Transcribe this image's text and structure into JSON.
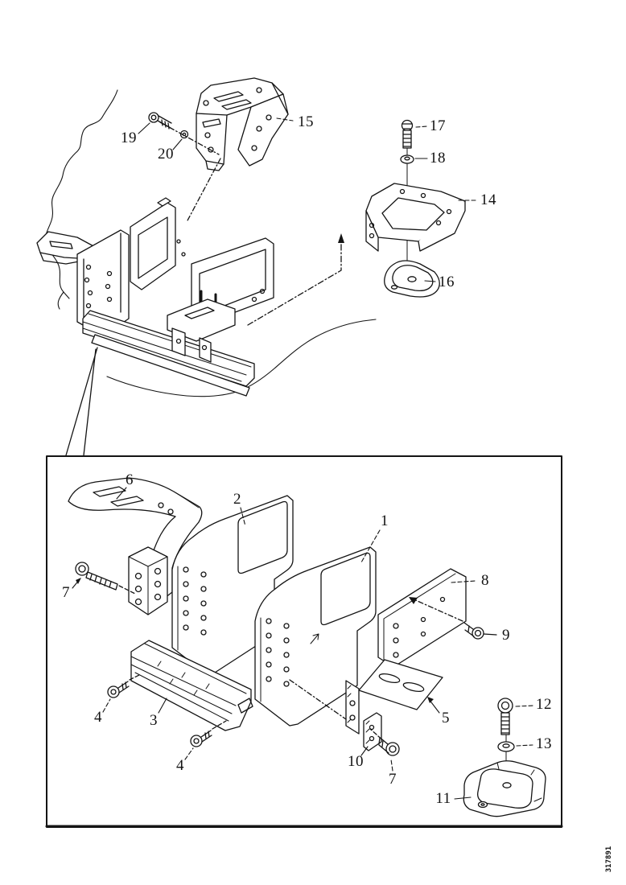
{
  "figure": {
    "type": "exploded-parts-diagram",
    "background": "#ffffff",
    "line_color": "#141414"
  },
  "callouts": [
    {
      "label": "19"
    },
    {
      "label": "20"
    },
    {
      "label": "15"
    },
    {
      "label": "17"
    },
    {
      "label": "18"
    },
    {
      "label": "14"
    },
    {
      "label": "16"
    },
    {
      "label": "6"
    },
    {
      "label": "2"
    },
    {
      "label": "1"
    },
    {
      "label": "7"
    },
    {
      "label": "8"
    },
    {
      "label": "9"
    },
    {
      "label": "3"
    },
    {
      "label": "4"
    },
    {
      "label": "4"
    },
    {
      "label": "10"
    },
    {
      "label": "7"
    },
    {
      "label": "5"
    },
    {
      "label": "12"
    },
    {
      "label": "13"
    },
    {
      "label": "11"
    }
  ],
  "footer": {
    "drawing_number": "317891"
  }
}
